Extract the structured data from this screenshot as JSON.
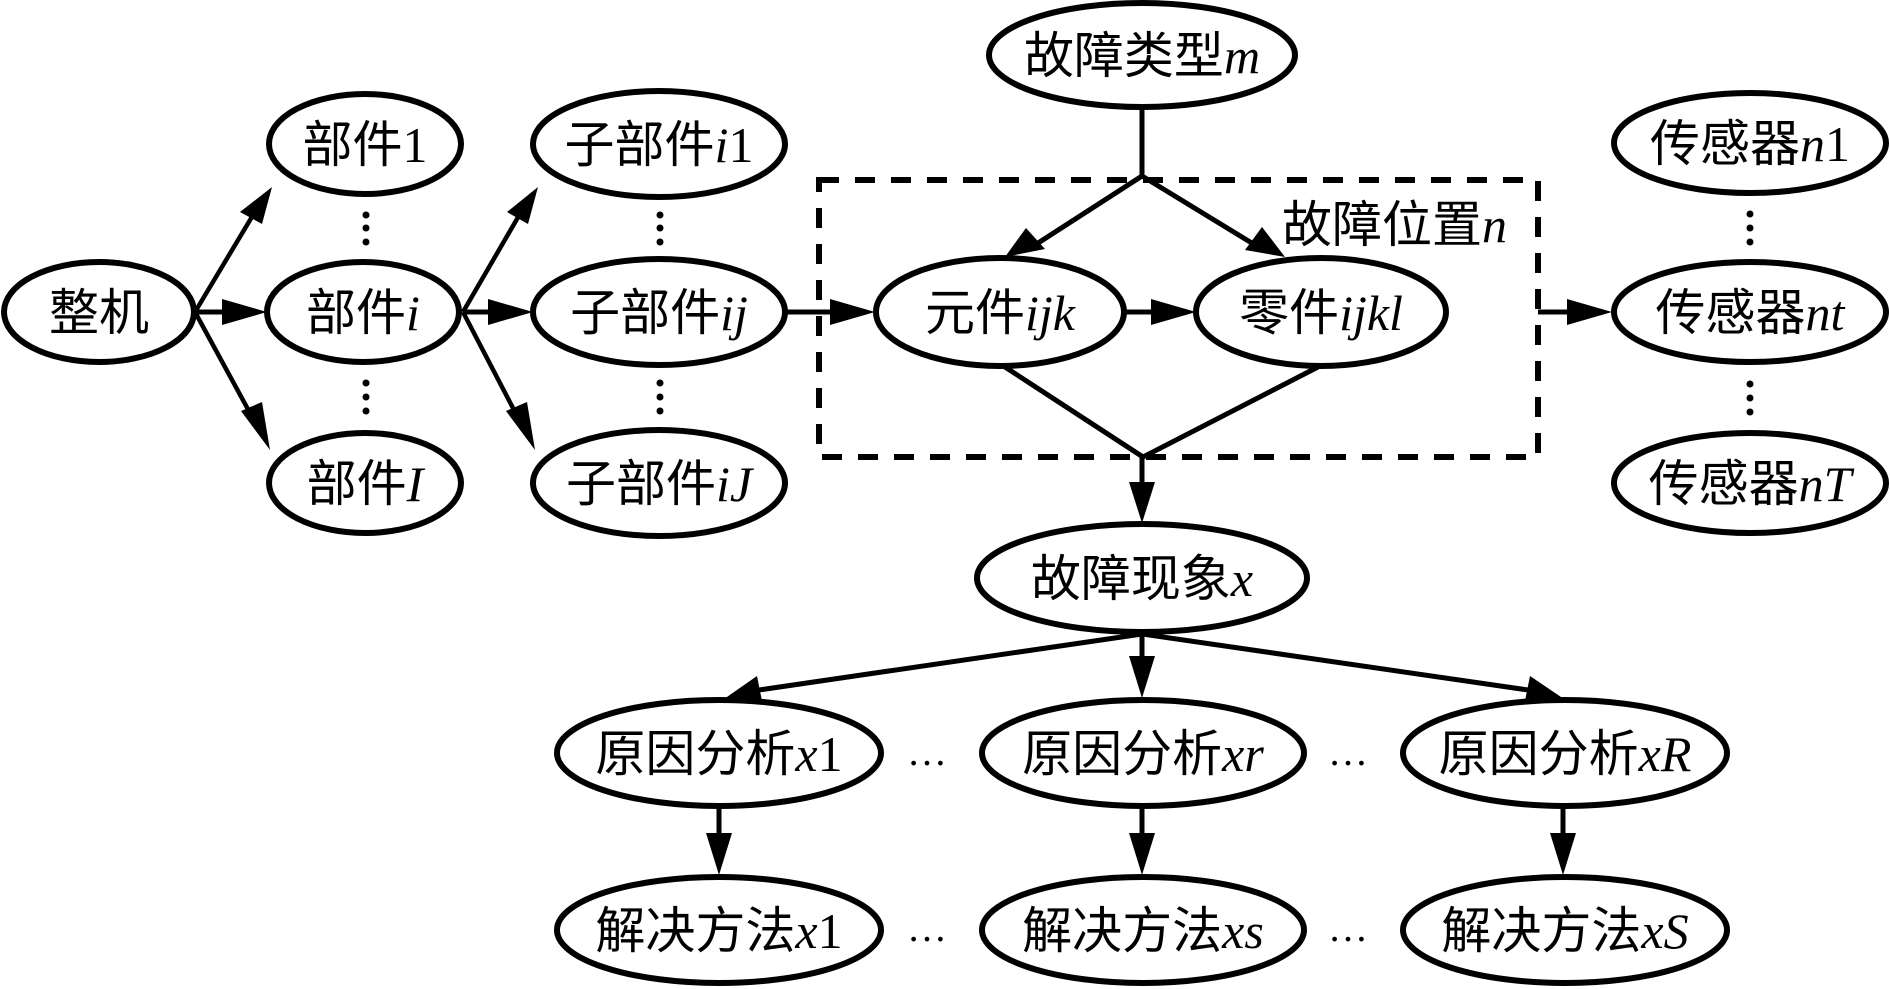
{
  "diagram": {
    "title": "",
    "nodes": {
      "machine": {
        "cn": "整机",
        "var": ""
      },
      "part_1": {
        "cn": "部件",
        "var": "1"
      },
      "part_i": {
        "cn": "部件",
        "var": "i"
      },
      "part_I": {
        "cn": "部件",
        "var": "I"
      },
      "subpart_i1": {
        "cn": "子部件",
        "var": "i1"
      },
      "subpart_ij": {
        "cn": "子部件",
        "var": "ij"
      },
      "subpart_iJ": {
        "cn": "子部件",
        "var": "iJ"
      },
      "fault_type": {
        "cn": "故障类型",
        "var": "m"
      },
      "element_ijk": {
        "cn": "元件",
        "var": "ijk"
      },
      "component_ijkl": {
        "cn": "零件",
        "var": "ijkl"
      },
      "sensor_n1": {
        "cn": "传感器",
        "var": "n1"
      },
      "sensor_nt": {
        "cn": "传感器",
        "var": "nt"
      },
      "sensor_nT": {
        "cn": "传感器",
        "var": "nT"
      },
      "fault_symptom": {
        "cn": "故障现象",
        "var": "x"
      },
      "cause_x1": {
        "cn": "原因分析",
        "var": "x1"
      },
      "cause_xr": {
        "cn": "原因分析",
        "var": "xr"
      },
      "cause_xR": {
        "cn": "原因分析",
        "var": "xR"
      },
      "solution_x1": {
        "cn": "解决方法",
        "var": "x1"
      },
      "solution_xs": {
        "cn": "解决方法",
        "var": "xs"
      },
      "solution_xR": {
        "cn": "解决方法",
        "var": "xS"
      }
    },
    "group": {
      "cn": "故障位置",
      "var": "n"
    },
    "ellipsis_vertical": "⋮",
    "ellipsis_horizontal": "…",
    "edges": [
      [
        "machine",
        "part_1"
      ],
      [
        "machine",
        "part_i"
      ],
      [
        "machine",
        "part_I"
      ],
      [
        "part_i",
        "subpart_i1"
      ],
      [
        "part_i",
        "subpart_ij"
      ],
      [
        "part_i",
        "subpart_iJ"
      ],
      [
        "subpart_ij",
        "element_ijk"
      ],
      [
        "fault_type",
        "element_ijk"
      ],
      [
        "fault_type",
        "component_ijkl"
      ],
      [
        "element_ijk",
        "component_ijkl"
      ],
      [
        "group",
        "sensor_nt"
      ],
      [
        "group",
        "fault_symptom"
      ],
      [
        "fault_symptom",
        "cause_x1"
      ],
      [
        "fault_symptom",
        "cause_xr"
      ],
      [
        "fault_symptom",
        "cause_xR"
      ],
      [
        "cause_x1",
        "solution_x1"
      ],
      [
        "cause_xr",
        "solution_xs"
      ],
      [
        "cause_xR",
        "solution_xR"
      ]
    ],
    "colors": {
      "stroke": "#000000",
      "background": "#ffffff"
    }
  }
}
